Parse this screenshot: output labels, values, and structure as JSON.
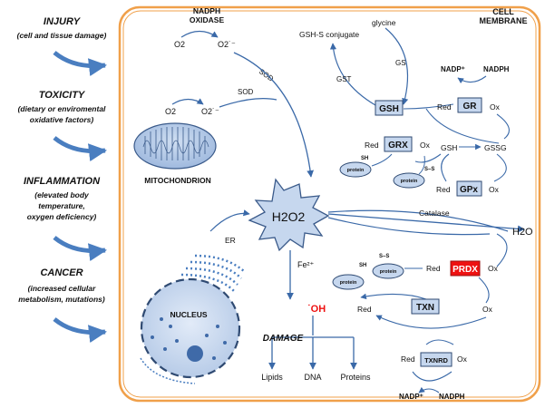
{
  "causes": [
    {
      "title": "INJURY",
      "desc": [
        "(cell and tissue damage)"
      ]
    },
    {
      "title": "TOXICITY",
      "desc": [
        "(dietary or enviromental",
        "oxidative factors)"
      ]
    },
    {
      "title": "INFLAMMATION",
      "desc": [
        "(elevated body",
        "temperature,",
        "oxygen deficiency)"
      ]
    },
    {
      "title": "CANCER",
      "desc": [
        "(increased cellular",
        "metabolism, mutations)"
      ]
    }
  ],
  "membrane": [
    "CELL",
    "MEMBRANE"
  ],
  "nadph_oxidase": [
    "NADPH",
    "OXIDASE"
  ],
  "o2": "O2",
  "o2_radical": "O2˙⁻",
  "sod": "SOD",
  "mitochondrion": "MITOCHONDRION",
  "h2o2": "H2O2",
  "er": "ER",
  "nucleus": "NUCLEUS",
  "fe": "Fe²⁺",
  "oh_radical": "˙OH",
  "damage": {
    "title": "DAMAGE",
    "targets": [
      "Lipids",
      "DNA",
      "Proteins"
    ]
  },
  "catalase": "Catalase",
  "h2o": "H2O",
  "glutathione": {
    "gsh_conjugate": "GSH-S conjugate",
    "glycine": "glycine",
    "gs": "GS",
    "gst": "GST",
    "gsh": "GSH",
    "gr": "GR",
    "grx": "GRX",
    "gpx": "GPx",
    "gssg": "GSSG",
    "nadp_plus": "NADP⁺",
    "nadph": "NADPH"
  },
  "thioredoxin": {
    "prdx": "PRDX",
    "txn": "TXN",
    "txnrd": "TXNRD",
    "nadp_plus": "NADP⁺",
    "nadph": "NADPH"
  },
  "redox": {
    "red": "Red",
    "ox": "Ox",
    "sh": "SH",
    "s_s": "S–S",
    "protein": "protein"
  },
  "colors": {
    "membrane": "#f0a04a",
    "accent_blue": "#4a7ec0",
    "box_fill": "#c6d7ee",
    "prdx_red": "#ee1111",
    "oh_red": "#ee1111"
  }
}
